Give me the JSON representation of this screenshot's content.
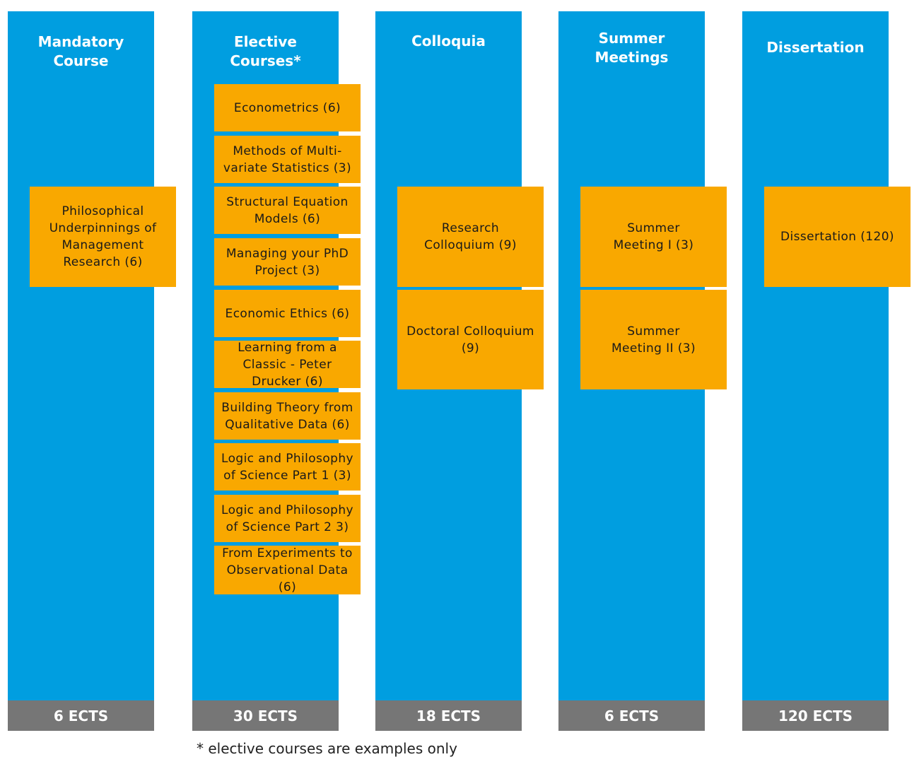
{
  "columns": [
    {
      "title": "Mandatory\nCourse",
      "ects": "6 ECTS"
    },
    {
      "title": "Elective\nCourses*",
      "ects": "30 ECTS"
    },
    {
      "title": "Colloquia",
      "ects": "18 ECTS"
    },
    {
      "title": "Summer\nMeetings",
      "ects": "6 ECTS"
    },
    {
      "title": "Dissertation",
      "ects": "120 ECTS"
    }
  ],
  "mandatory": [
    "Philosophical Underpinnings of Management Research (6)"
  ],
  "electives": [
    "Econometrics (6)",
    "Methods of Multi-variate Statistics (3)",
    "Structural Equation Models (6)",
    "Managing your PhD Project (3)",
    "Economic Ethics (6)",
    "Learning from a Classic - Peter Drucker (6)",
    "Building Theory from Qualitative Data (6)",
    "Logic and Philosophy of Science Part 1 (3)",
    "Logic and Philosophy of Science Part 2 3)",
    "From Experiments to Observational Data (6)"
  ],
  "colloquia": [
    "Research Colloquium (9)",
    "Doctoral Colloquium (9)"
  ],
  "summer": [
    "Summer Meeting I (3)",
    "Summer Meeting II (3)"
  ],
  "dissertation": [
    "Dissertation (120)"
  ],
  "footnote": "* elective courses are examples only",
  "colors": {
    "column": "#009ee0",
    "box": "#f9a800",
    "footer": "#767676"
  }
}
